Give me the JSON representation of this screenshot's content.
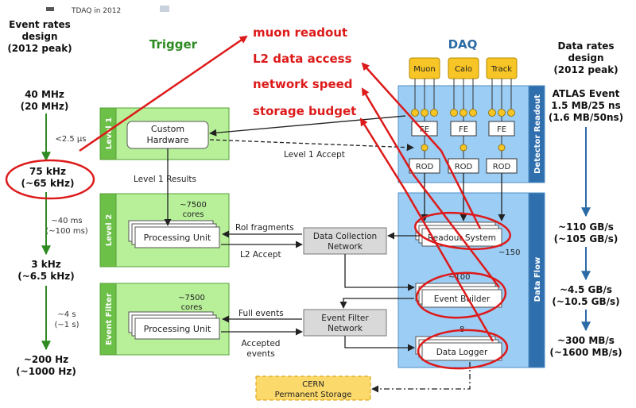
{
  "header": {
    "tdaq_label": "TDAQ in 2012",
    "trigger_title": "Trigger",
    "daq_title": "DAQ"
  },
  "left_column": {
    "title": [
      "Event rates",
      "design",
      "(2012 peak)"
    ],
    "rates": [
      {
        "top": "40 MHz",
        "bottom": "(20 MHz)"
      },
      {
        "top": "75 kHz",
        "bottom": "(~65 kHz)"
      },
      {
        "top": "3 kHz",
        "bottom": "(~6.5 kHz)"
      },
      {
        "top": "~200 Hz",
        "bottom": "(~1000 Hz)"
      }
    ],
    "latencies": [
      {
        "top": "<2.5 μs",
        "bottom": ""
      },
      {
        "top": "~40 ms",
        "bottom": "(~100 ms)"
      },
      {
        "top": "~4 s",
        "bottom": "(~1 s)"
      }
    ]
  },
  "right_column": {
    "title": [
      "Data rates",
      "design",
      "(2012 peak)"
    ],
    "event_size": [
      "ATLAS Event",
      "1.5 MB/25 ns",
      "(1.6 MB/50ns)"
    ],
    "rates": [
      {
        "top": "~110 GB/s",
        "bottom": "(~105 GB/s)"
      },
      {
        "top": "~4.5 GB/s",
        "bottom": "(~10.5 GB/s)"
      },
      {
        "top": "~300 MB/s",
        "bottom": "(~1600 MB/s)"
      }
    ]
  },
  "trigger": {
    "level1": {
      "tab": "Level 1",
      "box": [
        "Custom",
        "Hardware"
      ]
    },
    "level1_results": "Level 1  Results",
    "level2": {
      "tab": "Level 2",
      "cores": [
        "~7500",
        "cores"
      ],
      "box": "Processing Unit"
    },
    "event_filter": {
      "tab": "Event Filter",
      "cores": [
        "~7500",
        "cores"
      ],
      "box": "Processing Unit"
    }
  },
  "flows": {
    "level1_accept": "Level 1 Accept",
    "roi_fragments": "RoI fragments",
    "l2_accept": "L2 Accept",
    "full_events": "Full events",
    "accepted_events": [
      "Accepted",
      "events"
    ]
  },
  "networks": {
    "data_collection": [
      "Data Collection",
      "Network"
    ],
    "event_filter": [
      "Event Filter",
      "Network"
    ]
  },
  "detector_readout": {
    "tab": "Detector Readout",
    "detectors": [
      "Muon",
      "Calo",
      "Track"
    ],
    "fe_label": "FE",
    "rod_label": "ROD"
  },
  "data_flow": {
    "tab": "Data Flow",
    "readout_system": "Readout System",
    "readout_count": "~150",
    "event_builder": "Event Builder",
    "builder_count": "~100",
    "data_logger": "Data Logger",
    "logger_count": "8"
  },
  "storage": [
    "CERN",
    "Permanent Storage"
  ],
  "annotations": [
    "muon readout",
    "L2 data access",
    "network speed",
    "storage budget"
  ],
  "colors": {
    "trigger_green": "#b8f09a",
    "trigger_border": "#55a035",
    "daq_blue": "#9ccdf5",
    "daq_border": "#4f8ec4",
    "detector_yellow": "#f7c525",
    "annotation_red": "#dd1a1a",
    "arrow_green": "#2e8b22",
    "arrow_blue": "#2c6aa6"
  }
}
